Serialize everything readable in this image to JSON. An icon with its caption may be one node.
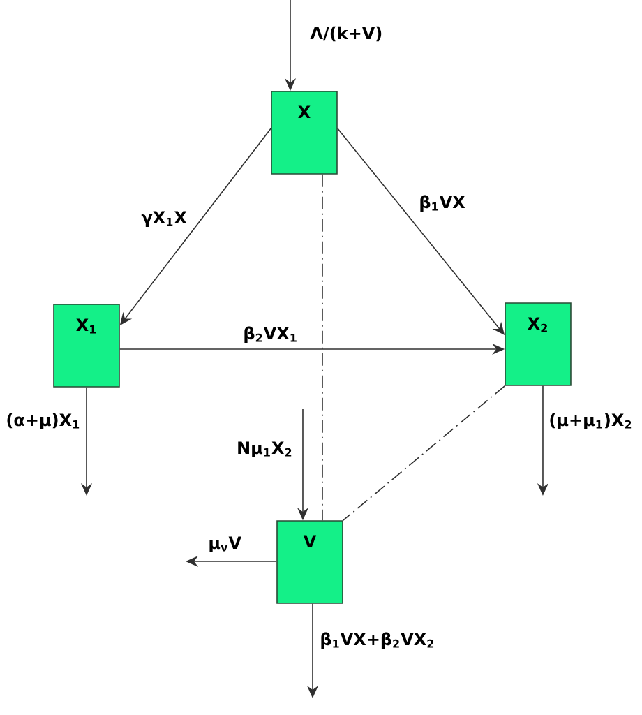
{
  "diagram": {
    "nodes": [
      {
        "text": [
          "X"
        ]
      },
      {
        "text": [
          "X$_{1}$"
        ]
      },
      {
        "text": [
          "X$_{2}$"
        ]
      },
      {
        "text": [
          "V"
        ]
      }
    ],
    "edges": [
      {
        "from": null,
        "to": 0,
        "arrow": "to",
        "label": "Λ/(k+V)"
      },
      {
        "from": 0,
        "to": 1,
        "arrow": "to",
        "label": "γX$_{1}$X"
      },
      {
        "from": 0,
        "to": 2,
        "arrow": "to",
        "label": "β$_{1}$VX"
      },
      {
        "from": 1,
        "to": 2,
        "arrow": "to",
        "label": "β$_{2}$VX$_{1}$"
      },
      {
        "from": 1,
        "to": null,
        "arrow": "to",
        "label": "(α+μ)X$_{1}$"
      },
      {
        "from": 2,
        "to": null,
        "arrow": "to",
        "label": "(μ+μ$_{1}$)X$_{2}$"
      },
      {
        "from": null,
        "to": 3,
        "arrow": "to",
        "label": "Nμ$_{1}$X$_{2}$"
      },
      {
        "from": 3,
        "to": null,
        "arrow": "to",
        "label": "μ$_{v}$V"
      },
      {
        "from": 3,
        "to": null,
        "arrow": "to",
        "label": "β$_{1}$VX+β$_{2}$VX$_{2}$"
      },
      {
        "from": 0,
        "to": 3,
        "arrow": "none",
        "style": "dashed"
      },
      {
        "from": 2,
        "to": 3,
        "arrow": "none",
        "style": "dashed"
      }
    ]
  }
}
